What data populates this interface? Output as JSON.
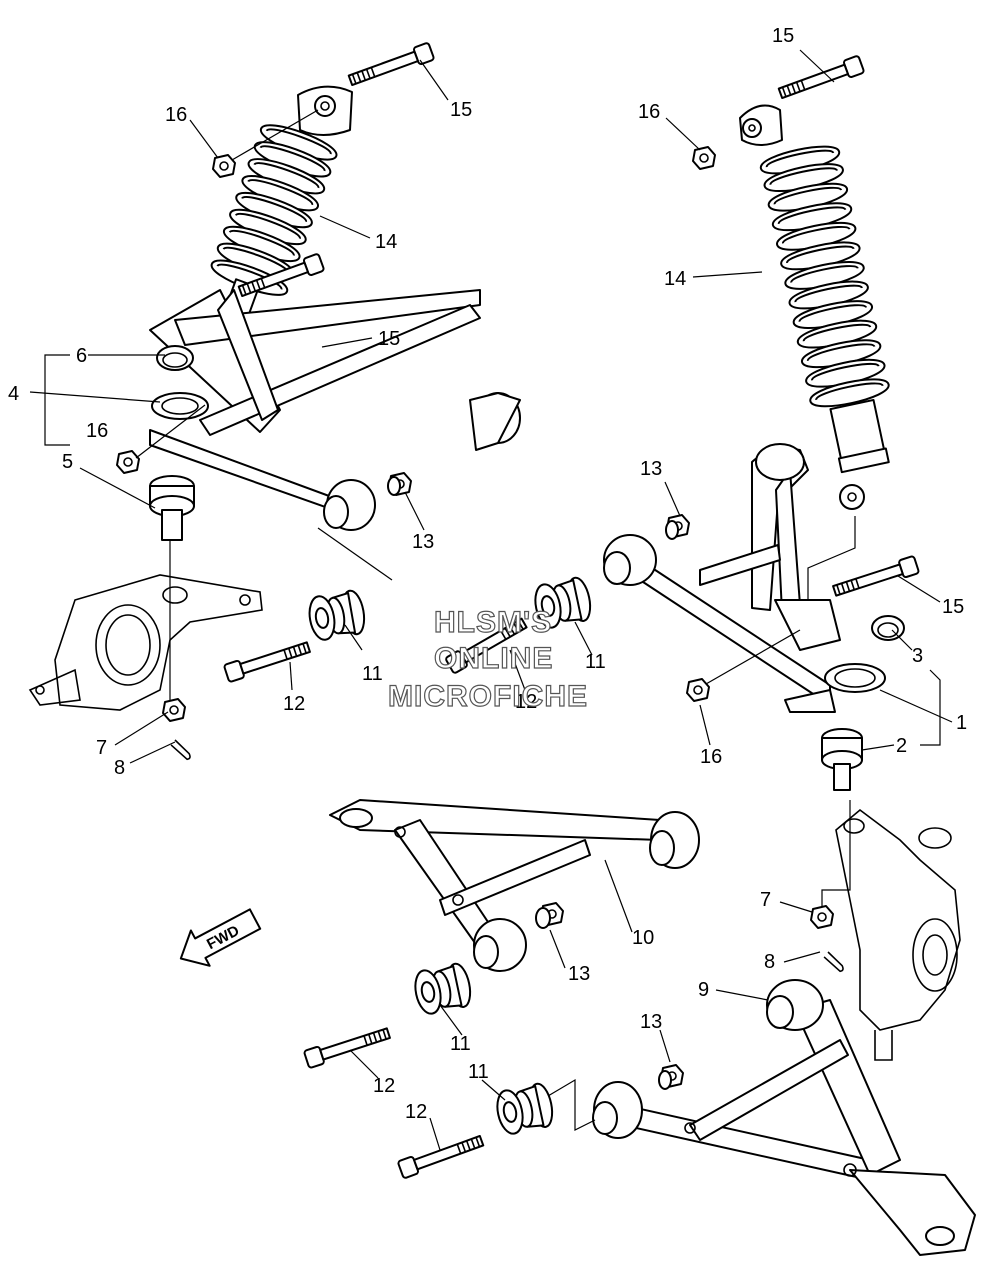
{
  "callouts": {
    "c1": "1",
    "c2": "2",
    "c3": "3",
    "c4": "4",
    "c5": "5",
    "c6": "6",
    "c7": "7",
    "c8": "8",
    "c9": "9",
    "c10": "10",
    "c11": "11",
    "c12": "12",
    "c13": "13",
    "c14": "14",
    "c15": "15",
    "c16": "16"
  },
  "watermark": {
    "line1": "HLSM'S",
    "line2": "ONLINE",
    "line3": "MICROFICHE"
  },
  "fwd_arrow": {
    "label": "FWD"
  }
}
